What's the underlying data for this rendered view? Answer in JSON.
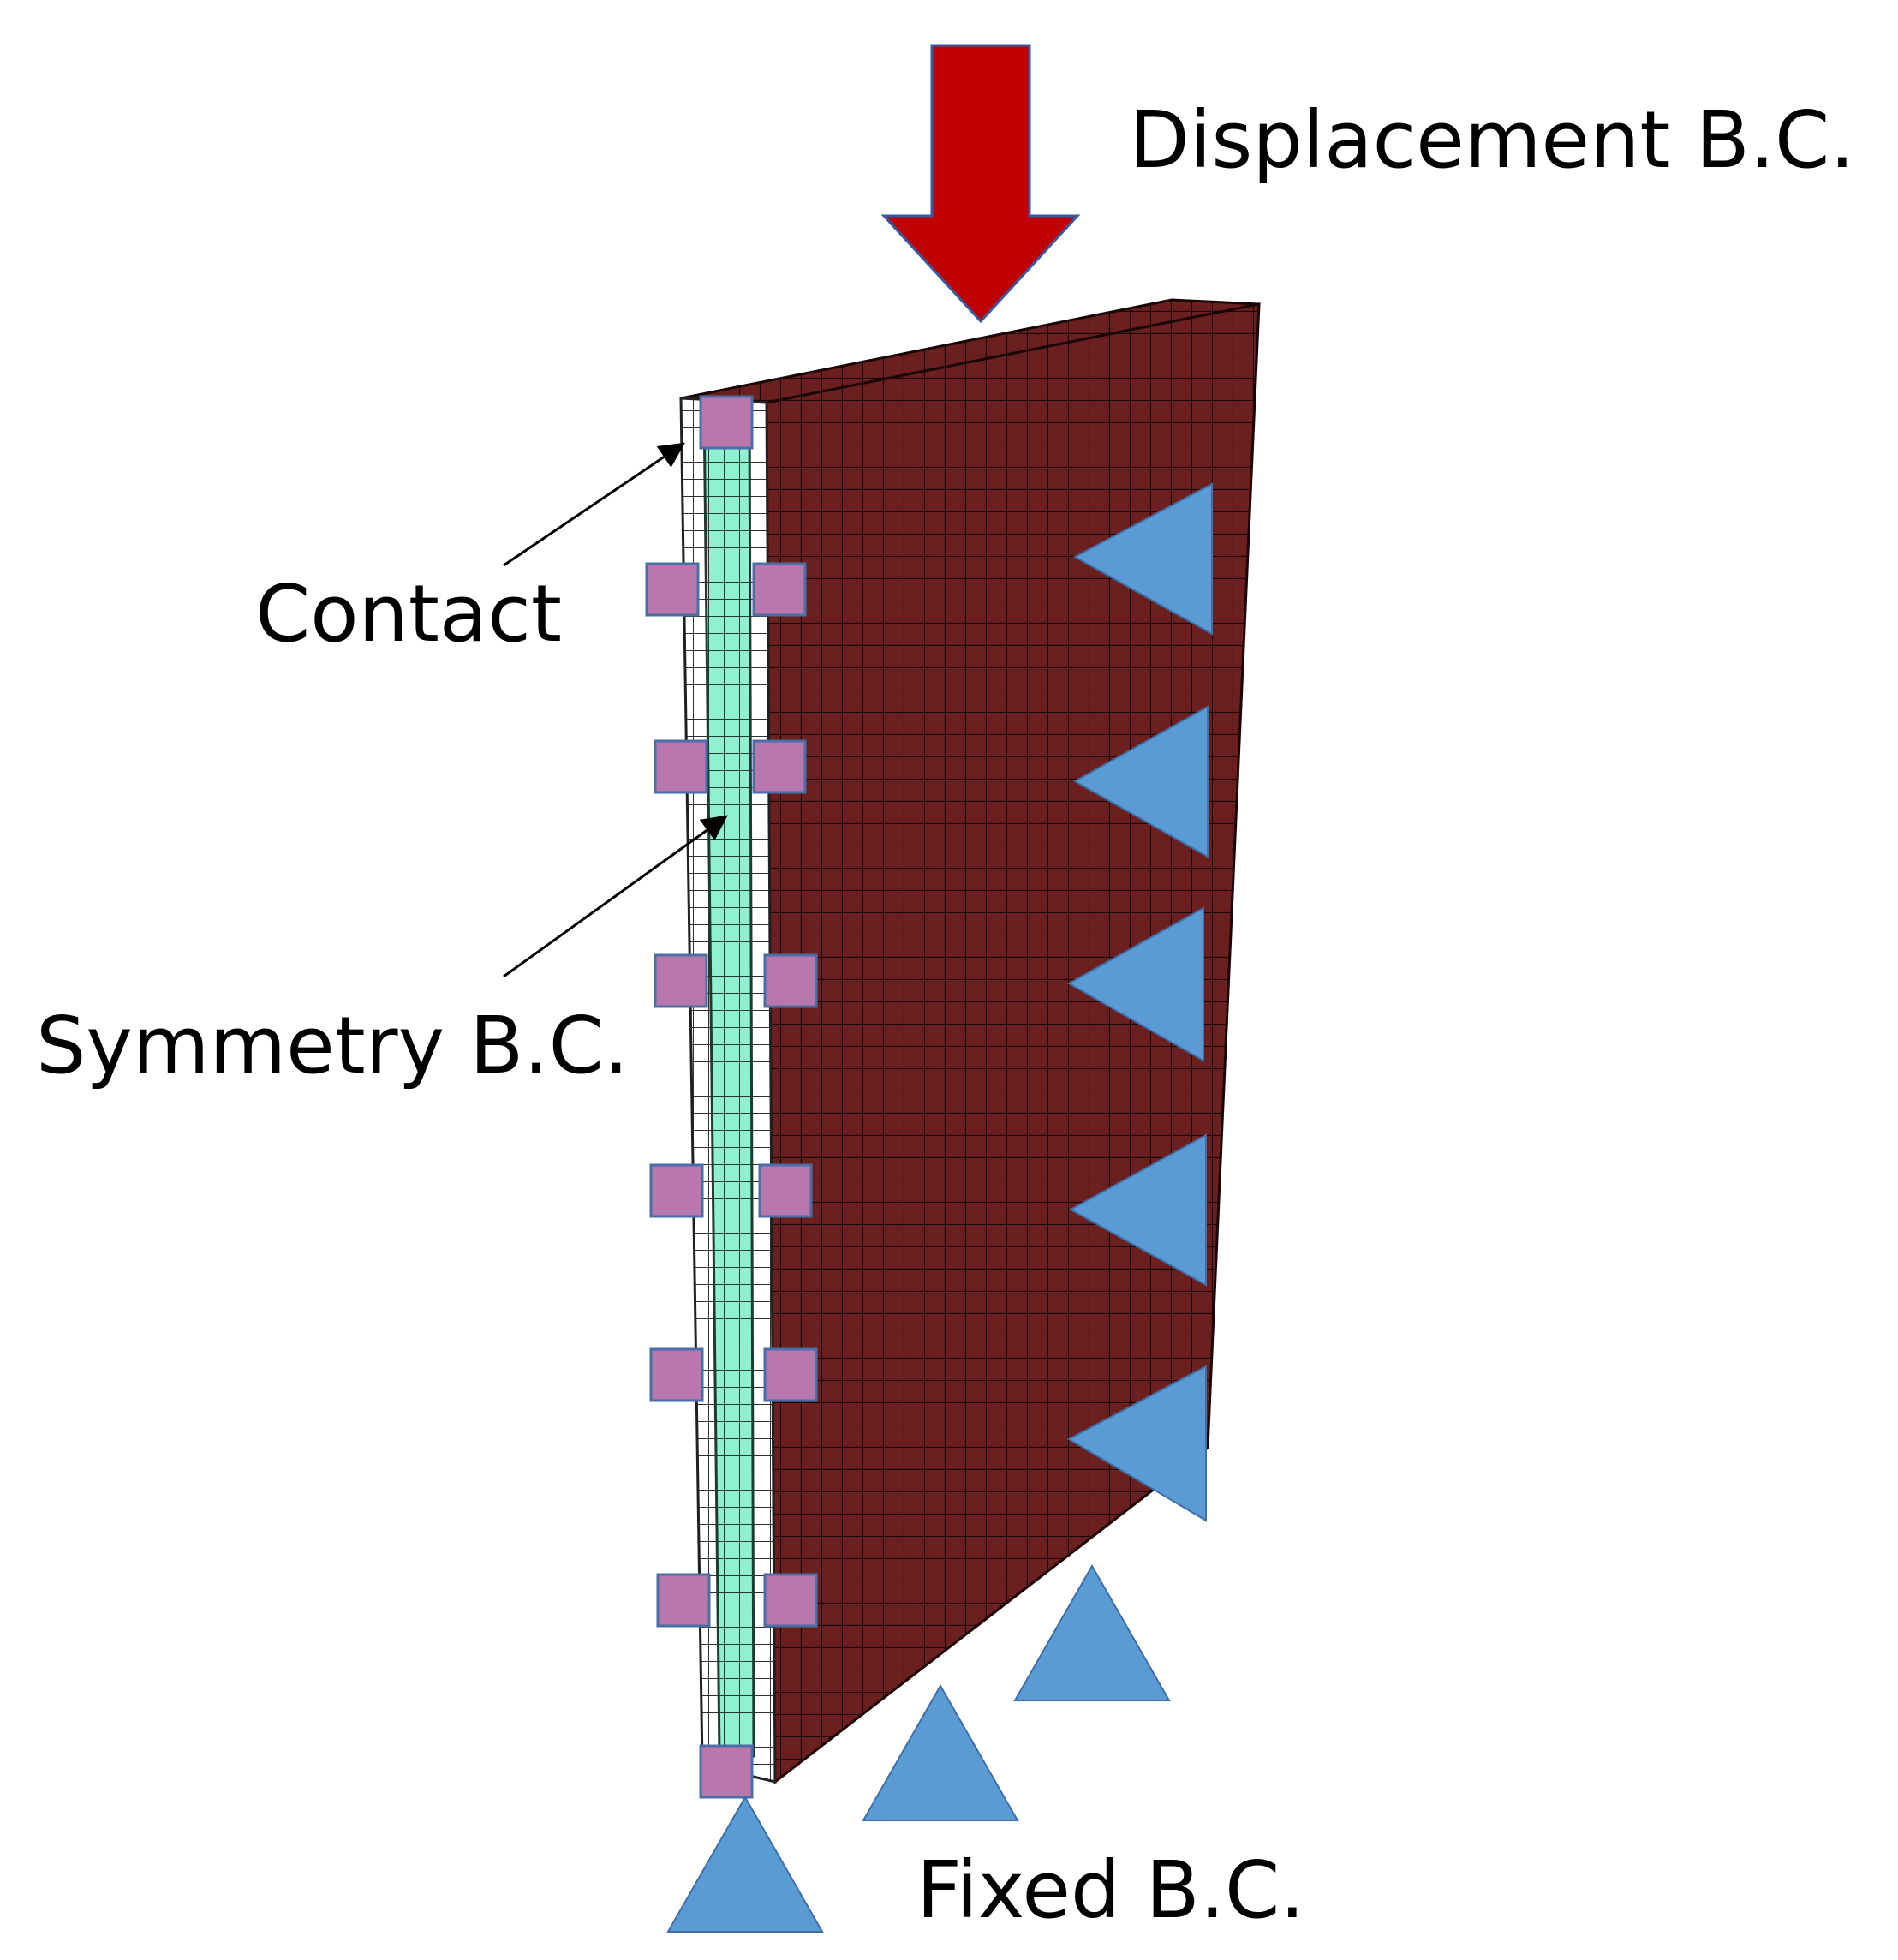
{
  "labels": {
    "displacement": "Displacement B.C.",
    "contact": "Contact",
    "symmetry": "Symmetry B.C.",
    "fixed": "Fixed B.C."
  },
  "colors": {
    "mesh_face": "#6b1f1f",
    "mesh_line": "#1a0606",
    "symmetry_strip": "#8ff0d2",
    "contact_strip": "#ffffff",
    "symmetry_marker": "#b877ad",
    "fixed_marker": "#5b9bd5",
    "load_arrow": "#c00000",
    "text": "#000000"
  },
  "icons": {
    "load": "down-arrow-icon",
    "symmetry_marker": "square-marker-icon",
    "fixed_marker": "triangle-marker-icon"
  }
}
